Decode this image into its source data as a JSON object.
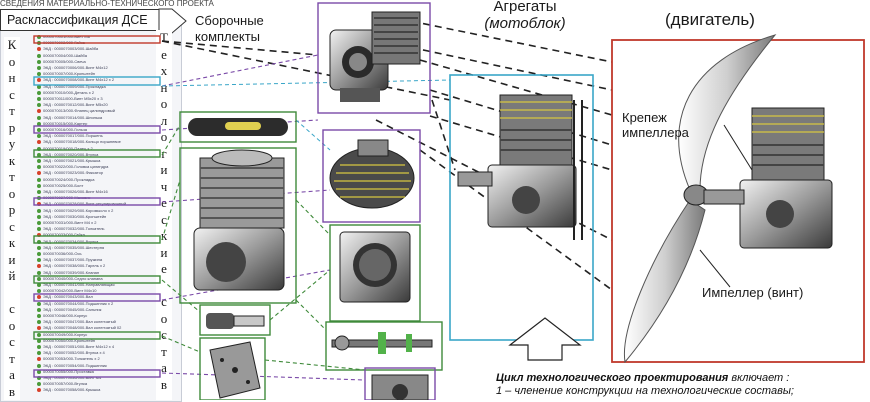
{
  "header_strip": "СВЕДЕНИЯ МАТЕРИАЛЬНО-ТЕХНИЧЕСКОГО ПРОЕКТА",
  "tree_panel": {
    "title": "Расклассификация ДСЕ",
    "left_column": [
      "К",
      "о",
      "н",
      "с",
      "т",
      "р",
      "у",
      "к",
      "т",
      "о",
      "р",
      "с",
      "к",
      "и",
      "й",
      "",
      "с",
      "о",
      "с",
      "т",
      "а",
      "в"
    ],
    "right_column": [
      "Т",
      "е",
      "х",
      "н",
      "о",
      "л",
      "о",
      "г",
      "и",
      "ч",
      "е",
      "с",
      "к",
      "и",
      "е",
      "",
      "с",
      "о",
      "с",
      "т",
      "а",
      "в"
    ],
    "rows": [
      "0000070001/000-Винт М8",
      "0000070002/000-Гайка",
      "ЭКД : 0000070003/000-Шайба",
      "0000070004/000-Шайба",
      "0000070005/000-Свеча",
      "ЭКД : 0000070006/000-Винт М4х12",
      "0000070007/000-Кронштейн",
      "ЭКД : 0000070008/000-Винт М4х12 х 2",
      "ЭКД : 0000070009/000-Прокладка",
      "0000070010/000-Деталь х 2",
      "0000070011/000-Винт М5х20 х 3",
      "ЭКД : 0000070012/000-Винт М5х20",
      "0000070013/000-Фланец цилиндровый",
      "ЭКД : 0000070014/000-Шпилька",
      "0000070015/000-Картер",
      "0000070016/000-Гильза",
      "ЭКД : 0000070017/000-Поршень",
      "ЭКД : 0000070018/000-Кольцо поршневое",
      "0000070019/000-Палец х 2",
      "ЭКД : 0000070020/000-Втулка",
      "ЭКД : 0000070021/000-Крышка",
      "0000070022/000-Головка цилиндра",
      "ЭКД : 0000070023/000-Фиксатор",
      "0000070024/000-Прокладка",
      "0000070025/000-Болт",
      "ЭКД : 0000070026/000-Винт М4х16",
      "0000070027/000-Маховик",
      "ЭКД : 0000070028/000-Винт регулировочный",
      "ЭКД : 0000070029/000-Коромысло х 2",
      "ЭКД : 0000070030/000-Кронштейн",
      "0000070031/000-Винт М4 х 2",
      "ЭКД : 0000070032/000-Толкатель",
      "0000070033/000-Гайка",
      "ЭКД : 0000070034/000-Втулка",
      "ЭКД : 0000070035/000-Шестерня",
      "0000070036/000-Ось",
      "ЭКД : 0000070037/000-Пружина",
      "ЭКД : 0000070038/000-Тарель х 2",
      "ЭКД : 0000070039/000-Клапан",
      "0000070040/000-Седло клапана",
      "ЭКД : 0000070041/000-Направляющая",
      "0000070042/000-Винт М4х10",
      "ЭКД : 0000070043/000-Вал",
      "ЭКД : 0000070044/000-Подшипник х 2",
      "ЭКД : 0000070045/000-Сальник",
      "0000070046/000-Корпус",
      "ЭКД : 0000070047/000-Вал коленчатый",
      "ЭКД : 0000070048/000-Вал коленчатый 02",
      "0000070049/000-Корпус",
      "0000070050/000-Кронштейн",
      "ЭКД : 0000070051/000-Винт М4х12 х 4",
      "ЭКД : 0000070052/000-Втулка х 4",
      "0000070053/000-Толкатель х 2",
      "ЭКД : 0000070054/000-Подшипник",
      "0000070055/000-Проставка",
      "ЭКД : 0000070056/000-Винт М4",
      "0000070057/000-Втулка",
      "ЭКД : 0000070058/000-Крышка"
    ]
  },
  "assembly_kits": {
    "line1": "Сборочные",
    "line2": "комплекты"
  },
  "aggregates": {
    "line1": "Агрегаты",
    "line2": "(мотоблок)"
  },
  "product": {
    "line2": "(двигатель)"
  },
  "impeller_mount": {
    "line1": "Крепеж",
    "line2": "импеллера"
  },
  "impeller": "Импеллер (винт)",
  "footer": {
    "line1_bold": "Цикл технологического проектирования",
    "line1_rest": " включает :",
    "line2": "1 – членение конструкции на технологические составы;"
  },
  "colors": {
    "purple": "#7a4aa8",
    "green": "#3f8a3a",
    "cyan": "#3aa6c8",
    "red": "#c0392b",
    "dark": "#222222"
  }
}
